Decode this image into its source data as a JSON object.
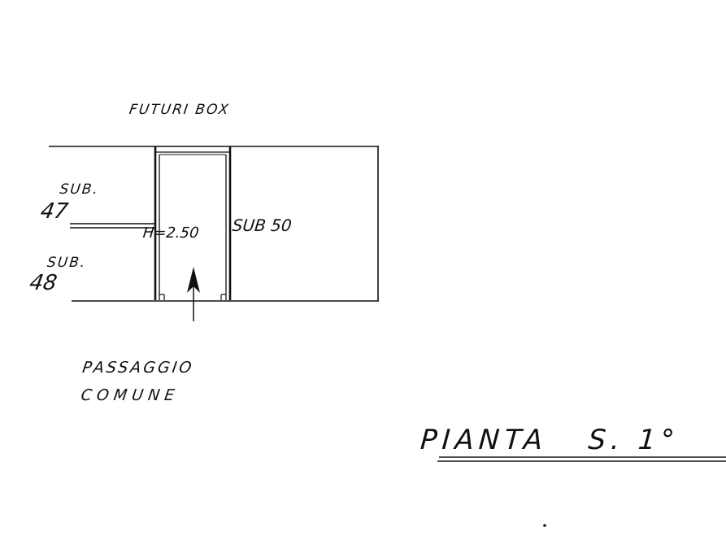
{
  "labels": {
    "top": "FUTURI BOX",
    "sub47_prefix": "SUB.",
    "sub47_number": "47",
    "sub48_prefix": "SUB.",
    "sub48_number": "48",
    "height": "H=2.50",
    "sub50": "SUB 50",
    "passage_line1": "PASSAGGIO",
    "passage_line2": "COMUNE",
    "plan_title": "PIANTA   S. 1°"
  }
}
